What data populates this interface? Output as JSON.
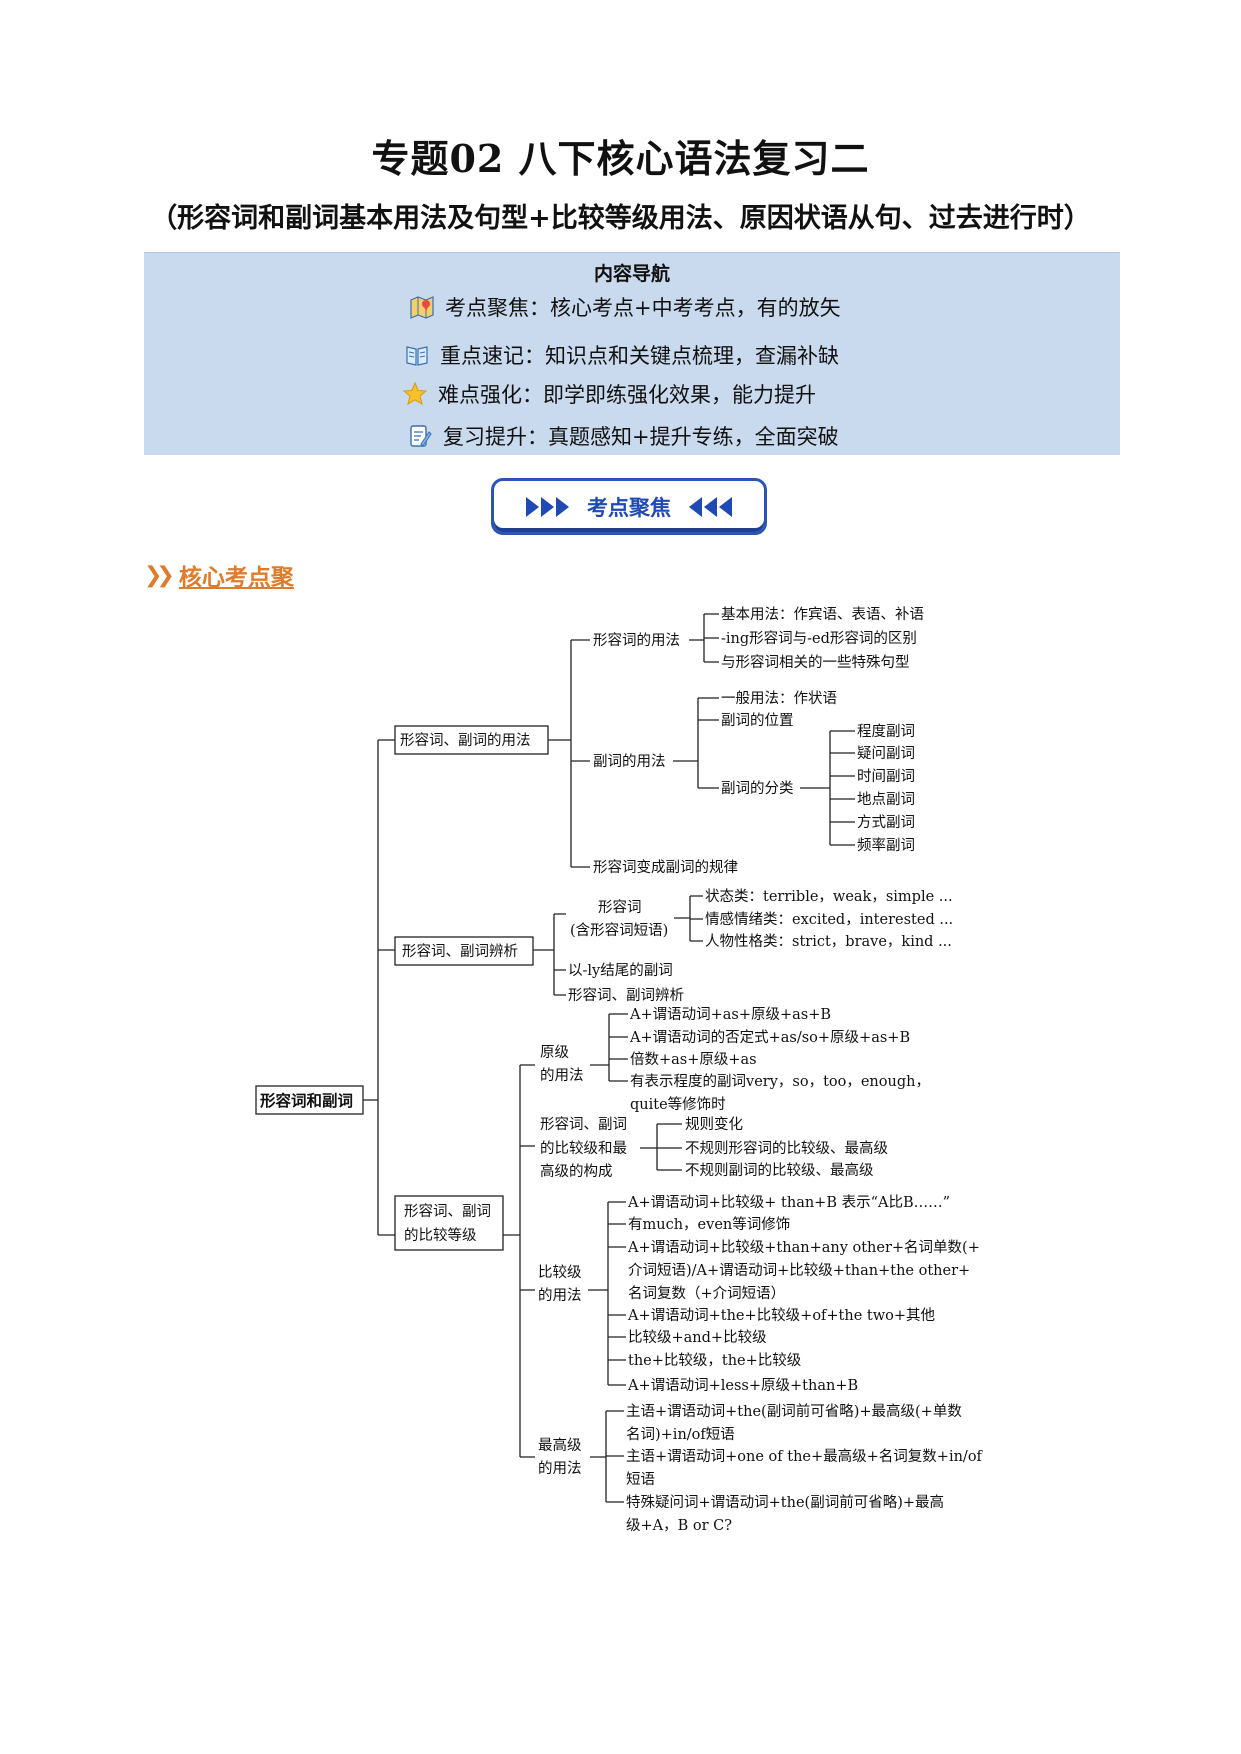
{
  "title": "专题02 八下核心语法复习二",
  "subtitle": "（形容词和副词基本用法及句型+比较等级用法、原因状语从句、过去进行时）",
  "nav": {
    "title": "内容导航",
    "items": [
      {
        "label": "考点聚焦：核心考点+中考考点，有的放矢",
        "icon": "map-pin-icon"
      },
      {
        "label": "重点速记：知识点和关键点梳理，查漏补缺",
        "icon": "book-icon"
      },
      {
        "label": "难点强化：即学即练强化效果，能力提升",
        "icon": "star-icon"
      },
      {
        "label": "复习提升：真题感知+提升专练，全面突破",
        "icon": "edit-note-icon"
      }
    ]
  },
  "banner": {
    "label": "考点聚焦"
  },
  "section": {
    "label": "核心考点聚"
  },
  "mindmap": {
    "root": "形容词和副词",
    "b1": {
      "label": "形容词、副词的用法",
      "adj": {
        "label": "形容词的用法",
        "items": [
          "基本用法：作宾语、表语、补语",
          "-ing形容词与-ed形容词的区别",
          "与形容词相关的一些特殊句型"
        ]
      },
      "adv": {
        "label": "副词的用法",
        "general": "一般用法：作状语",
        "position": "副词的位置",
        "classify": {
          "label": "副词的分类",
          "items": [
            "程度副词",
            "疑问副词",
            "时间副词",
            "地点副词",
            "方式副词",
            "频率副词"
          ]
        }
      },
      "rule": "形容词变成副词的规律"
    },
    "b2": {
      "label": "形容词、副词辨析",
      "adj_line1": "形容词",
      "adj_line2": "(含形容词短语)",
      "adj_items": [
        "状态类：terrible，weak，simple ...",
        "情感情绪类：excited，interested ...",
        "人物性格类：strict，brave，kind ..."
      ],
      "ly": "以-ly结尾的副词",
      "disc": "形容词、副词辨析"
    },
    "b3": {
      "label_line1": "形容词、副词",
      "label_line2": "的比较等级",
      "pos": {
        "label_line1": "原级",
        "label_line2": "的用法",
        "items": [
          "A+谓语动词+as+原级+as+B",
          "A+谓语动词的否定式+as/so+原级+as+B",
          "倍数+as+原级+as"
        ],
        "item4_line1": "有表示程度的副词very，so，too，enough，",
        "item4_line2": "quite等修饰时"
      },
      "form": {
        "label_line1": "形容词、副词",
        "label_line2": "的比较级和最",
        "label_line3": "高级的构成",
        "items": [
          "规则变化",
          "不规则形容词的比较级、最高级",
          "不规则副词的比较级、最高级"
        ]
      },
      "comp": {
        "label_line1": "比较级",
        "label_line2": "的用法",
        "i1": "A+谓语动词+比较级+ than+B 表示“A比B……”",
        "i2": "有much，even等词修饰",
        "i3_l1": "A+谓语动词+比较级+than+any other+名词单数(+",
        "i3_l2": "介词短语)/A+谓语动词+比较级+than+the other+",
        "i3_l3": "名词复数（+介词短语）",
        "i4": "A+谓语动词+the+比较级+of+the two+其他",
        "i5": "比较级+and+比较级",
        "i6": "the+比较级，the+比较级",
        "i7": "A+谓语动词+less+原级+than+B"
      },
      "sup": {
        "label_line1": "最高级",
        "label_line2": "的用法",
        "i1_l1": "主语+谓语动词+the(副词前可省略)+最高级(+单数",
        "i1_l2": "名词)+in/of短语",
        "i2_l1": "主语+谓语动词+one of the+最高级+名词复数+in/of",
        "i2_l2": "短语",
        "i3_l1": "特殊疑问词+谓语动词+the(副词前可省略)+最高",
        "i3_l2": "级+A，B or C?"
      }
    }
  }
}
